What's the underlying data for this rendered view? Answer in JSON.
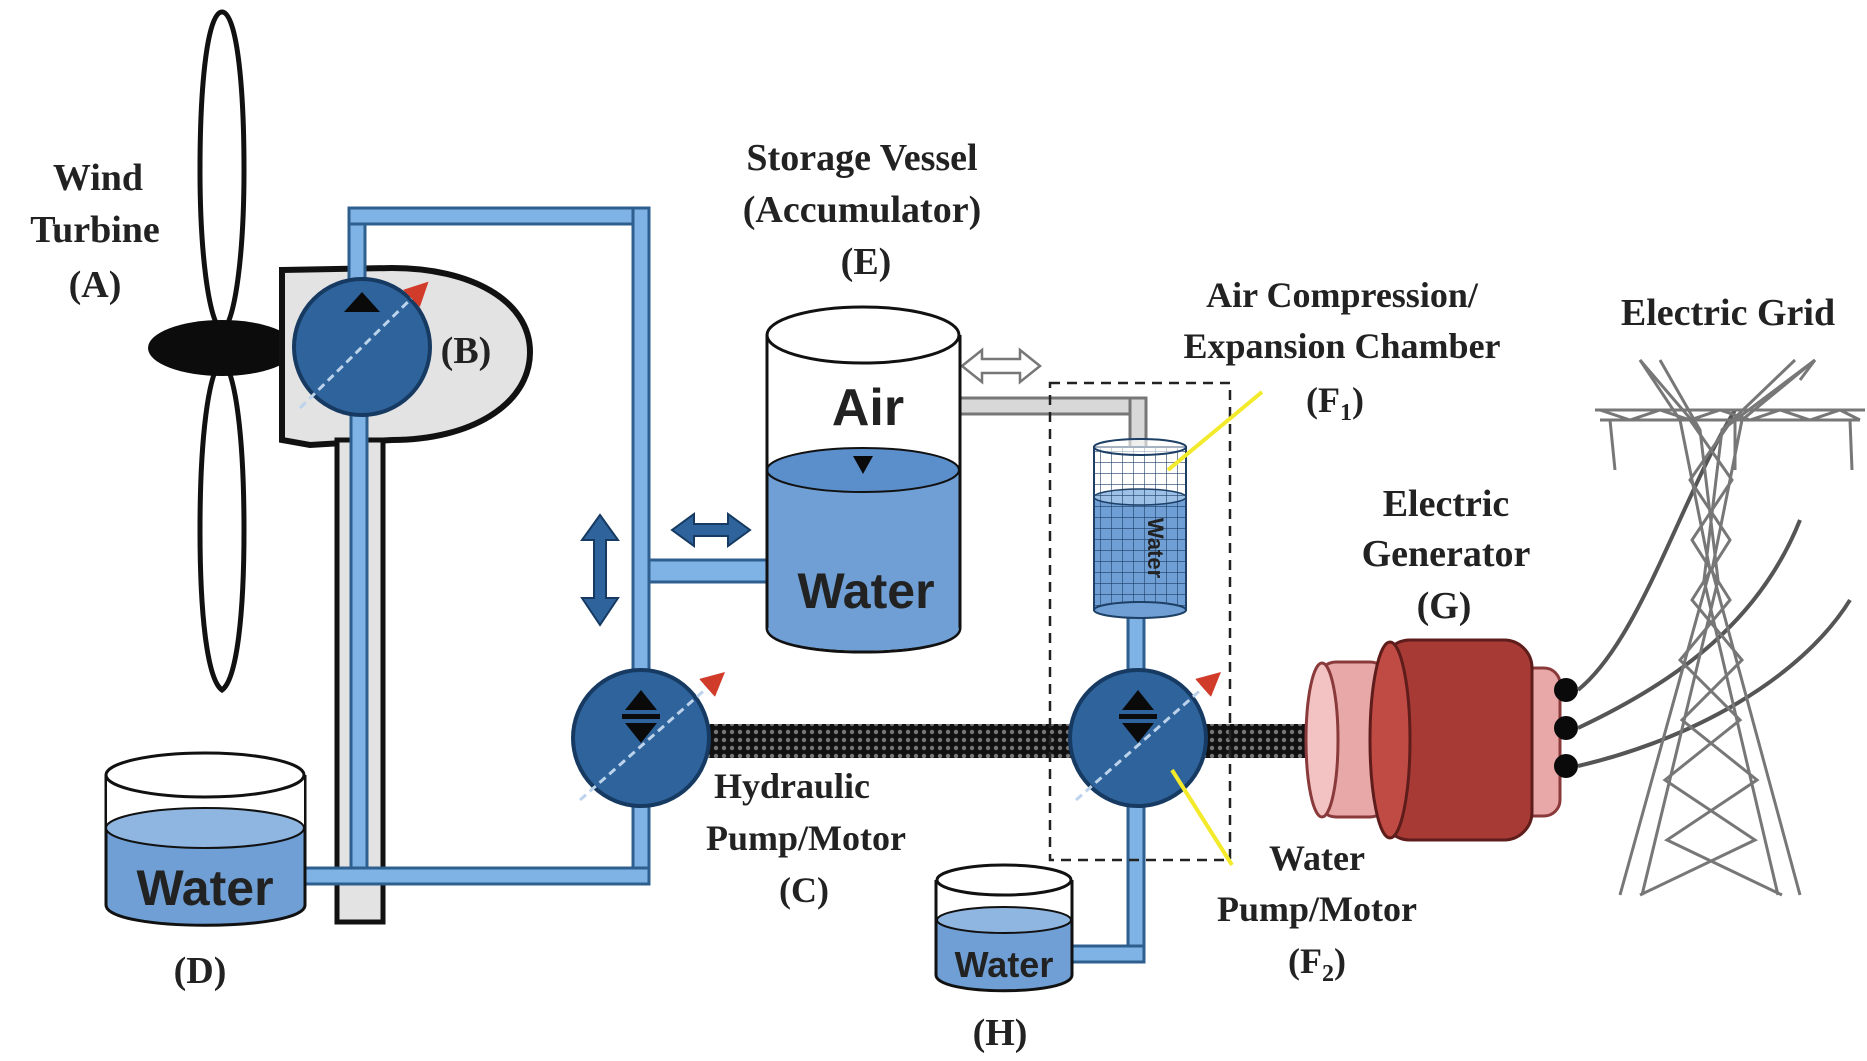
{
  "labels": {
    "wind_turbine_line1": "Wind",
    "wind_turbine_line2": "Turbine",
    "wind_turbine_id": "(A)",
    "nacelle_pump_id": "(B)",
    "storage_line1": "Storage Vessel",
    "storage_line2": "(Accumulator)",
    "storage_id": "(E)",
    "air_text": "Air",
    "water_text": "Water",
    "chamber_line1": "Air Compression/",
    "chamber_line2": "Expansion Chamber",
    "chamber_id": "(F",
    "chamber_id_sub": "1",
    "chamber_id_close": ")",
    "chamber_piston_text": "Water",
    "grid_label": "Electric Grid",
    "generator_line1": "Electric",
    "generator_line2": "Generator",
    "generator_id": "(G)",
    "hydraulic_line1": "Hydraulic",
    "hydraulic_line2": "Pump/Motor",
    "hydraulic_id": "(C)",
    "reservoir_d_text": "Water",
    "reservoir_d_id": "(D)",
    "water_pump_line1": "Water",
    "water_pump_line2": "Pump/Motor",
    "water_pump_id": "(F",
    "water_pump_id_sub": "2",
    "water_pump_id_close": ")",
    "reservoir_h_text": "Water",
    "reservoir_h_id": "(H)"
  },
  "colors": {
    "pipe_blue": "#7fb2e5",
    "pipe_outline": "#2f5f8f",
    "pump_blue": "#2e639c",
    "water_fill": "#6f9fd4",
    "generator_red": "#a83a36",
    "generator_pink": "#e8a8a8",
    "air_pipe": "#d8d8d8",
    "leader_yellow": "#f2ea2a"
  }
}
